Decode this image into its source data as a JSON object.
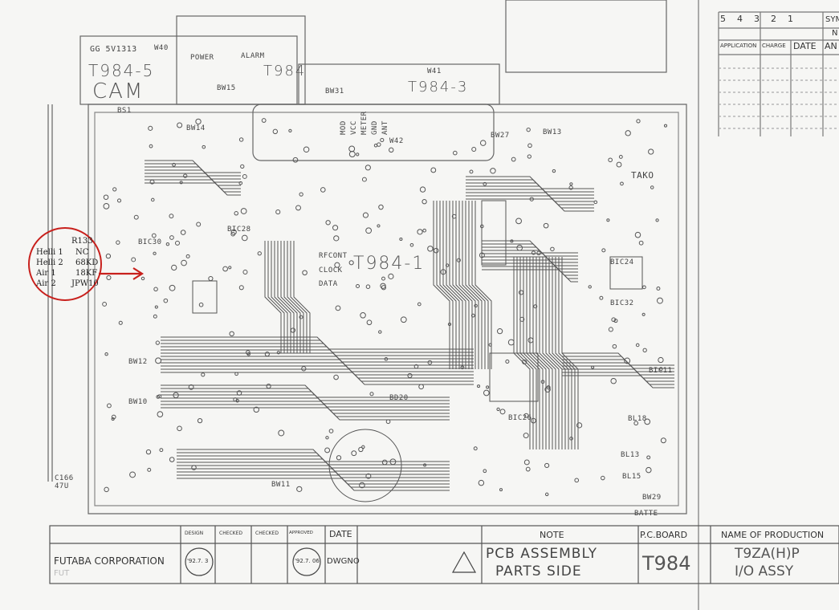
{
  "board": {
    "main_label": "T984-1",
    "sub_boards": [
      {
        "label": "T984-5",
        "sub": "CAM"
      },
      {
        "label": "T984",
        "sub": ""
      },
      {
        "label": "T984-3",
        "sub": ""
      }
    ],
    "connector_labels": [
      "GG 5V1313",
      "W40",
      "POWER",
      "ALARM",
      "BW15",
      "BW31",
      "W41",
      "W42",
      "MOD",
      "VCC",
      "METER",
      "GND",
      "ANT",
      "BS1",
      "BW14",
      "BW13",
      "BW27",
      "TAKO",
      "RFCONT",
      "CLOCK",
      "DATA",
      "BIC30",
      "BIC28",
      "BIC26",
      "BIC24",
      "BIC32",
      "BW11",
      "BW12",
      "BW10",
      "BW29",
      "BIC11",
      "BD20",
      "BL13",
      "BL15",
      "BATTE",
      "C166 47U",
      "BL18"
    ]
  },
  "annotation": {
    "color": "#c8201c",
    "header": "R133",
    "rows": [
      {
        "label": "Helli 1",
        "value": "NC"
      },
      {
        "label": "Helli 2",
        "value": "68KD"
      },
      {
        "label": "Air 1",
        "value": "18KF"
      },
      {
        "label": "Air 2",
        "value": "JPW10"
      }
    ]
  },
  "revision_table": {
    "symbols": [
      "5",
      "4",
      "3",
      "2",
      "1"
    ],
    "sym_header": "SYM",
    "no_header": "N",
    "columns": [
      "APPLICATION",
      "CHARGE",
      "DATE",
      "AN"
    ]
  },
  "title_block": {
    "company": "FUTABA CORPORATION",
    "company_faded": "FUT",
    "headers": [
      "DESIGN",
      "CHECKED",
      "CHECKED",
      "APPROVED",
      "DATE"
    ],
    "design_date": "'92.7. 3",
    "approved_date": "'92.7. 06",
    "dwg_no_label": "DWGNO",
    "note_label": "NOTE",
    "note_line1": "PCB ASSEMBLY",
    "note_line2": "PARTS SIDE",
    "pc_board_label": "P.C.BOARD",
    "pc_board_value": "T984",
    "production_label": "NAME OF PRODUCTION",
    "production_line1": "T9ZA(H)P",
    "production_line2": "I/O ASSY"
  }
}
